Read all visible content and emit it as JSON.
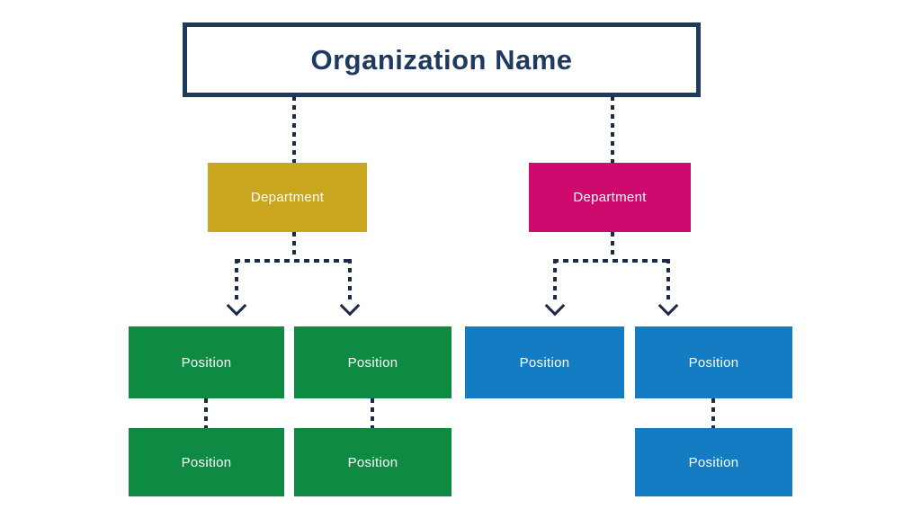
{
  "page": {
    "background": "#FFFFFF"
  },
  "nodes": {
    "root": {
      "label": "Organization Name",
      "fill": "#FFFFFF",
      "border": "#20395E",
      "text_color": "#1F3A60"
    },
    "dept_left": {
      "label": "Department",
      "fill": "#C9A61D",
      "text_color": "#FFFFFF"
    },
    "dept_right": {
      "label": "Department",
      "fill": "#CE0A6E",
      "text_color": "#FFFFFF"
    },
    "pos_left_1": {
      "label": "Position",
      "fill": "#0E8A43",
      "text_color": "#FFFFFF"
    },
    "pos_left_2": {
      "label": "Position",
      "fill": "#0E8A43",
      "text_color": "#FFFFFF"
    },
    "pos_right_1": {
      "label": "Position",
      "fill": "#137CC2",
      "text_color": "#FFFFFF"
    },
    "pos_right_2": {
      "label": "Position",
      "fill": "#137CC2",
      "text_color": "#FFFFFF"
    },
    "pos_left_1_sub": {
      "label": "Position",
      "fill": "#0E8A43",
      "text_color": "#FFFFFF"
    },
    "pos_left_2_sub": {
      "label": "Position",
      "fill": "#0E8A43",
      "text_color": "#FFFFFF"
    },
    "pos_right_2_sub": {
      "label": "Position",
      "fill": "#137CC2",
      "text_color": "#FFFFFF"
    }
  },
  "connectors": {
    "color": "#1B2A45",
    "line_style": "dotted",
    "arrowhead": "down-chevron"
  }
}
